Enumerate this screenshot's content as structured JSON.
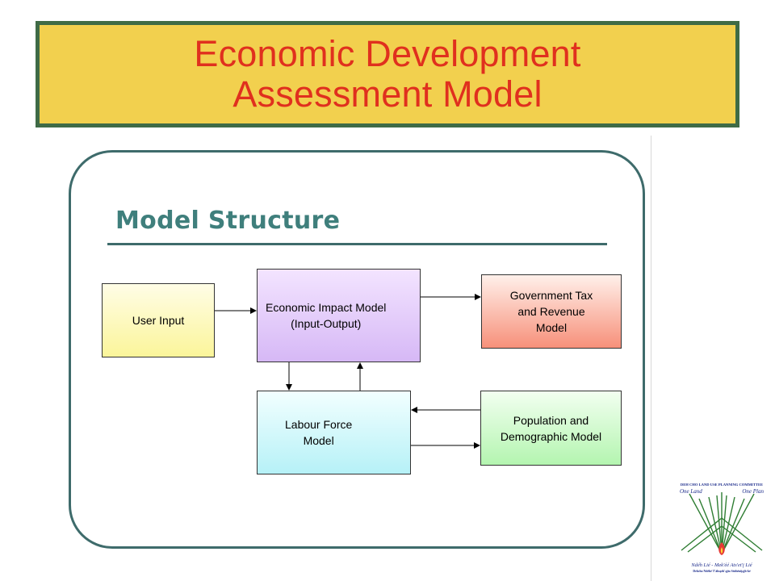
{
  "title": {
    "line1": "Economic Development",
    "line2": "Assessment Model"
  },
  "section": {
    "heading": "Model Structure"
  },
  "nodes": {
    "user_input": "User Input",
    "impact_model": "Economic Impact Model\n(Input-Output)",
    "tax_model": "Government Tax\nand Revenue\nModel",
    "labour_model": "Labour Force\nModel",
    "population_model": "Population and\nDemographic Model"
  },
  "edges": [
    {
      "from": "User Input",
      "to": "Economic Impact Model"
    },
    {
      "from": "Economic Impact Model",
      "to": "Government Tax and Revenue Model"
    },
    {
      "from": "Economic Impact Model",
      "to": "Labour Force Model"
    },
    {
      "from": "Labour Force Model",
      "to": "Economic Impact Model"
    },
    {
      "from": "Population and Demographic Model",
      "to": "Labour Force Model"
    },
    {
      "from": "Labour Force Model",
      "to": "Population and Demographic Model"
    }
  ],
  "logo": {
    "committee": "DEH CHO LAND USE PLANNING COMMITTEE",
    "motto_left": "One Land",
    "motto_right": "One Plan",
    "tagline": "Ndéh Lié  -  Mek'éé Ats'et'į Lié",
    "subtag": "Dehcho Ndéhé T'áhsęeh'ąjiu Séáhéniįąjh-ké",
    "colors": {
      "green": "#2e7d32",
      "flame": "#e53935",
      "text": "#1a2a8a"
    }
  },
  "colors": {
    "banner": "#f2d04e",
    "banner_border": "#3f6b46",
    "title_text": "#e0301e",
    "frame_border": "#3e6b6b",
    "heading_text": "#3f7f7c"
  }
}
